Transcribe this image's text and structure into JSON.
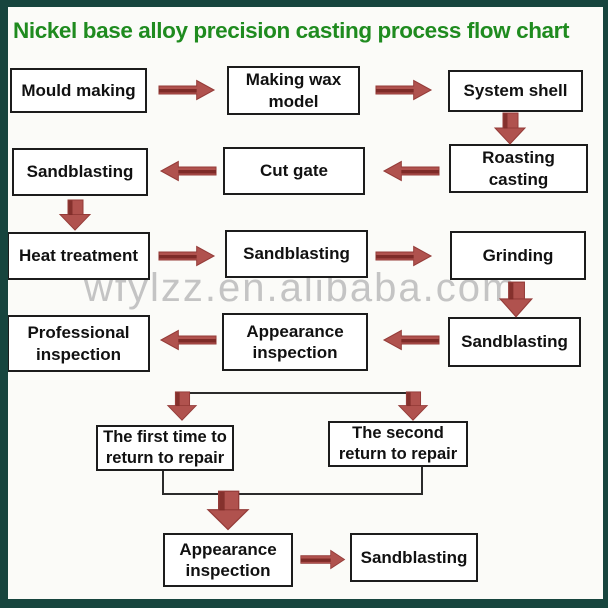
{
  "title": "Nickel base alloy precision casting process flow chart",
  "watermark": "wfylzz.en.alibaba.com",
  "colors": {
    "title_green": "#1f8b1f",
    "frame_teal": "#17453e",
    "arrow_red": "#b0524e",
    "arrow_dark_stripe": "#7e2b28",
    "box_border": "#1c1c1c",
    "watermark_gray": "#c4c4c4",
    "background": "#fbfbf8"
  },
  "nodes": {
    "mould_making": "Mould making",
    "making_wax_model": "Making wax\nmodel",
    "system_shell": "System shell",
    "roasting_casting": "Roasting\ncasting",
    "cut_gate": "Cut gate",
    "sandblasting_after_cut_gate": "Sandblasting",
    "heat_treatment": "Heat treatment",
    "sandblasting_after_heat": "Sandblasting",
    "grinding": "Grinding",
    "sandblasting_after_grinding": "Sandblasting",
    "appearance_inspection": "Appearance\ninspection",
    "professional_inspection": "Professional\ninspection",
    "first_return_repair": "The first time to\nreturn to repair",
    "second_return_repair": "The second\nreturn to repair",
    "final_appearance_inspection": "Appearance\ninspection",
    "final_sandblasting": "Sandblasting"
  }
}
